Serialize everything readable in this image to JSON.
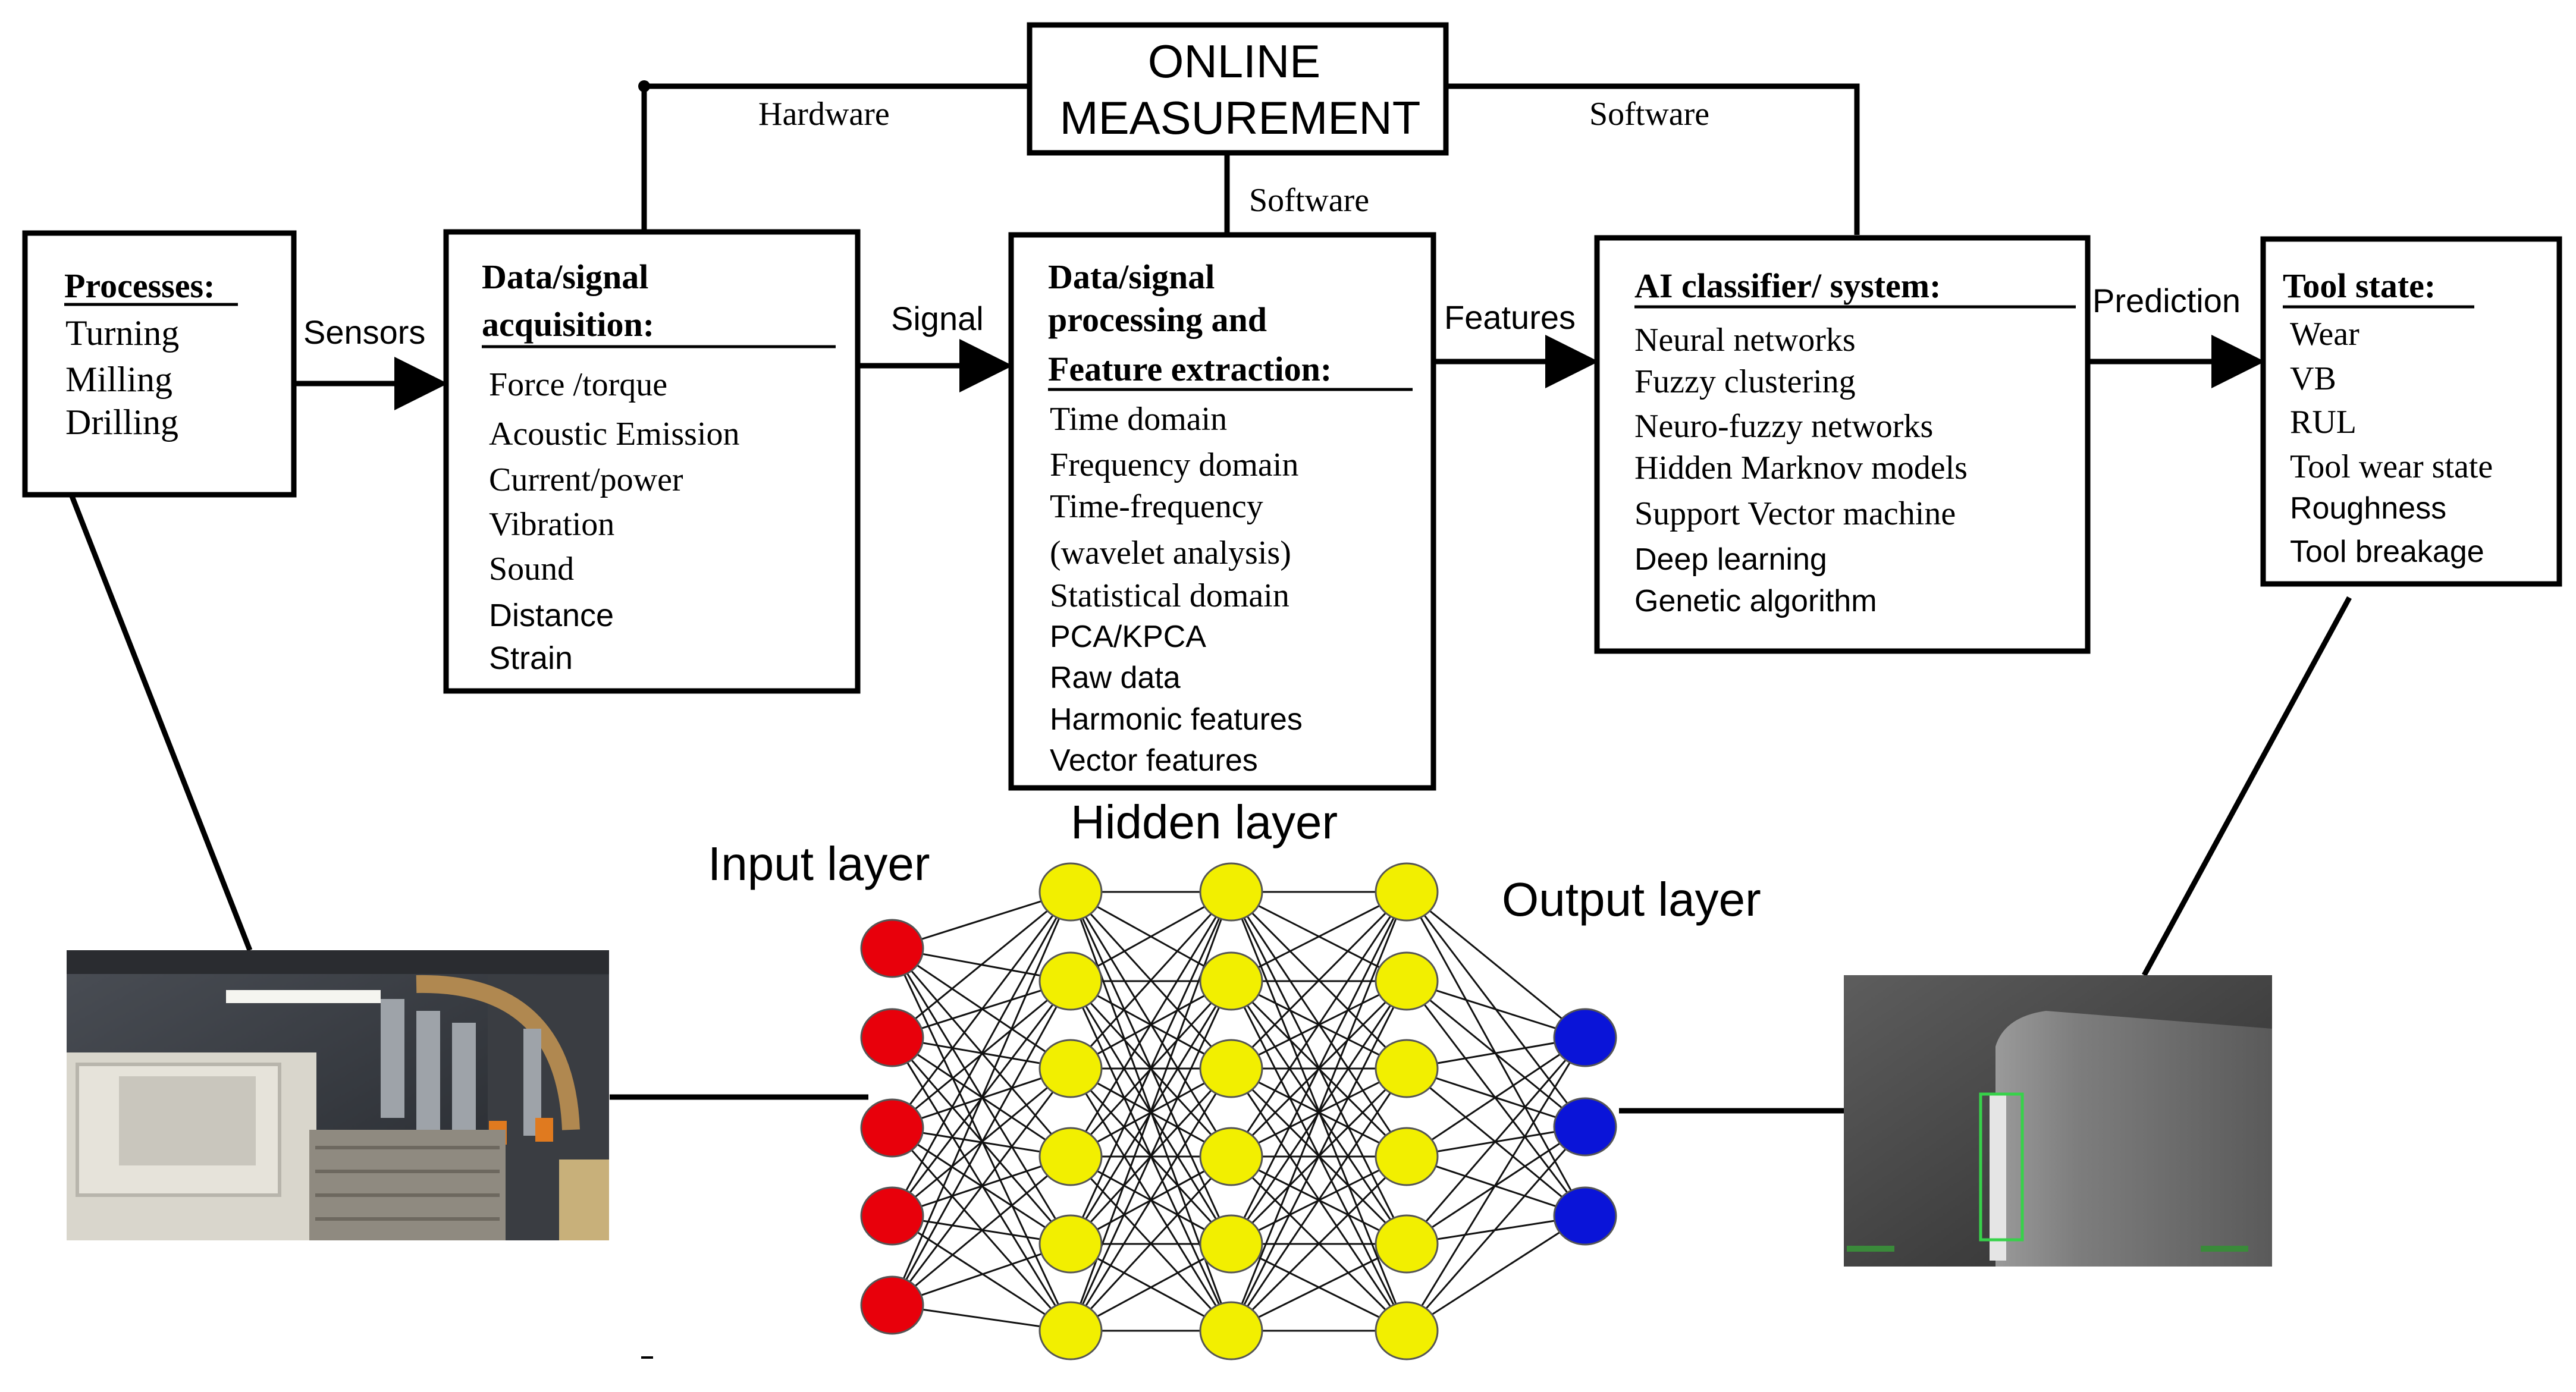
{
  "header": {
    "title_line1": "ONLINE",
    "title_line2": "MEASUREMENT",
    "hardware_label": "Hardware",
    "software_label_left": "Software",
    "software_label_right": "Software"
  },
  "boxes": {
    "processes": {
      "title": "Processes:",
      "items": [
        "Turning",
        "Milling",
        "Drilling"
      ]
    },
    "acquisition": {
      "title_line1": "Data/signal",
      "title_line2": "acquisition:",
      "items": [
        "Force /torque",
        "Acoustic Emission",
        "Current/power",
        "Vibration",
        "Sound",
        "Distance",
        "Strain"
      ]
    },
    "processing": {
      "title_line1": "Data/signal",
      "title_line2": "processing and",
      "title_line3": "Feature extraction:",
      "items": [
        "Time domain",
        "Frequency  domain",
        "Time-frequency",
        "(wavelet analysis)",
        "Statistical domain",
        "PCA/KPCA",
        "Raw data",
        "Harmonic features",
        "Vector features"
      ]
    },
    "classifier": {
      "title": "AI classifier/ system:",
      "items": [
        "Neural  networks",
        "Fuzzy clustering",
        "Neuro-fuzzy  networks",
        "Hidden Marknov models",
        "Support Vector machine",
        "Deep learning",
        "Genetic algorithm"
      ]
    },
    "tool_state": {
      "title": "Tool state:",
      "items": [
        "Wear",
        "VB",
        "RUL",
        "Tool wear state",
        "Roughness",
        "Tool breakage"
      ]
    }
  },
  "arrows": {
    "sensors": "Sensors",
    "signal": "Signal",
    "features": "Features",
    "prediction": "Prediction"
  },
  "network": {
    "input_label": "Input layer",
    "hidden_label": "Hidden layer",
    "output_label": "Output layer",
    "input_nodes": 5,
    "hidden_layers": 3,
    "hidden_nodes_per_layer": 6,
    "output_nodes": 3,
    "colors": {
      "input": "#e8000b",
      "hidden": "#f2ef00",
      "output": "#0a14d8",
      "edge": "#111111"
    }
  },
  "images": {
    "machine_photo": "cnc-machine-interior-photo",
    "tool_photo": "tool-wear-microscope-image"
  }
}
